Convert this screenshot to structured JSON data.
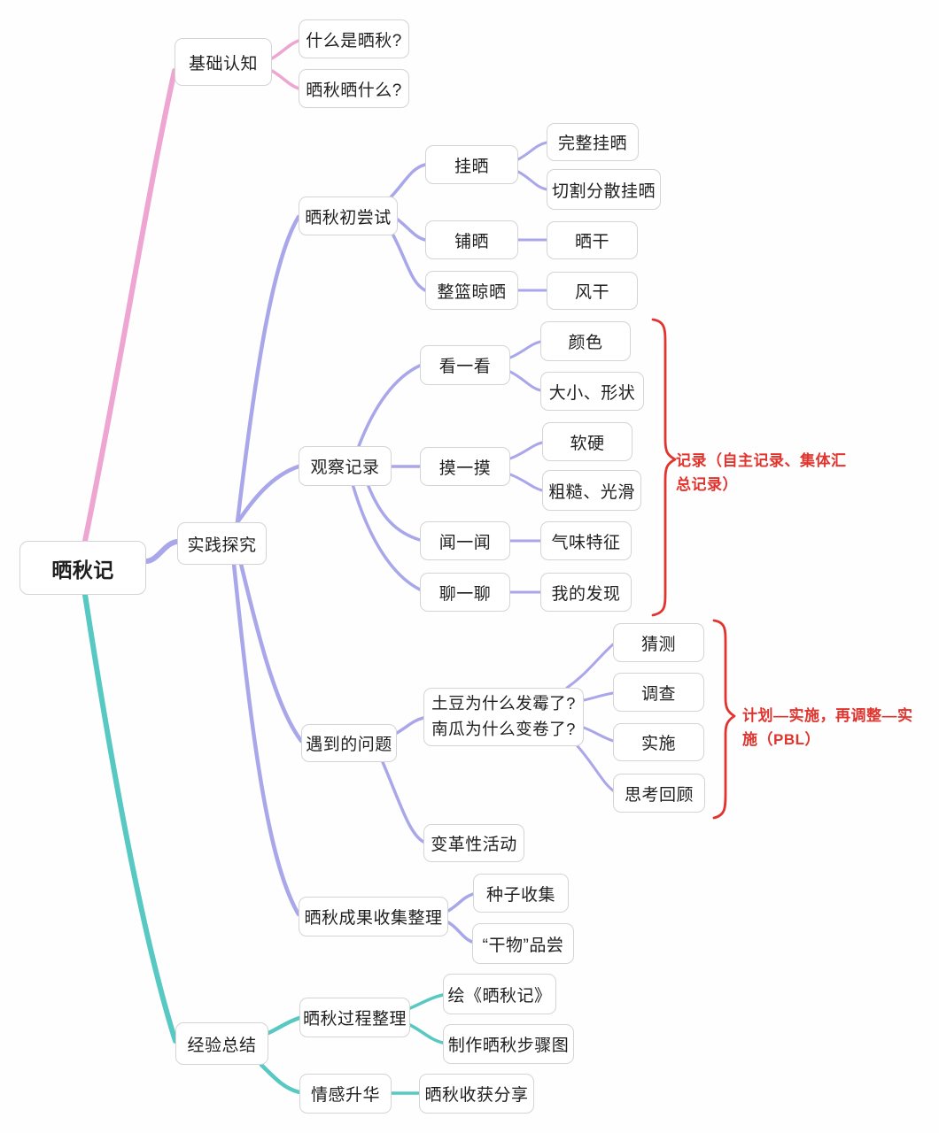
{
  "title": "晒秋记",
  "colors": {
    "branch_basic": "#eea5d2",
    "branch_practice": "#a9a7e9",
    "branch_summary": "#58c8c3",
    "annotation_red": "#e1342e",
    "node_border": "#d4d4d4",
    "node_bg": "#ffffff",
    "text_color": "#1f1f1f",
    "canvas_bg": "#fefefe"
  },
  "nodes": [
    {
      "label": "晒秋记",
      "level": 0,
      "branch": "root"
    },
    {
      "label": "基础认知",
      "level": 1,
      "branch": "basic"
    },
    {
      "label": "什么是晒秋?",
      "level": 2,
      "branch": "basic"
    },
    {
      "label": "晒秋晒什么?",
      "level": 2,
      "branch": "basic"
    },
    {
      "label": "实践探究",
      "level": 1,
      "branch": "practice"
    },
    {
      "label": "晒秋初尝试",
      "level": 2,
      "branch": "practice"
    },
    {
      "label": "挂晒",
      "level": 3,
      "branch": "practice"
    },
    {
      "label": "完整挂晒",
      "level": 4,
      "branch": "practice"
    },
    {
      "label": "切割分散挂晒",
      "level": 4,
      "branch": "practice"
    },
    {
      "label": "铺晒",
      "level": 3,
      "branch": "practice"
    },
    {
      "label": "晒干",
      "level": 4,
      "branch": "practice"
    },
    {
      "label": "整篮晾晒",
      "level": 3,
      "branch": "practice"
    },
    {
      "label": "风干",
      "level": 4,
      "branch": "practice"
    },
    {
      "label": "观察记录",
      "level": 2,
      "branch": "practice"
    },
    {
      "label": "看一看",
      "level": 3,
      "branch": "practice"
    },
    {
      "label": "颜色",
      "level": 4,
      "branch": "practice"
    },
    {
      "label": "大小、形状",
      "level": 4,
      "branch": "practice"
    },
    {
      "label": "摸一摸",
      "level": 3,
      "branch": "practice"
    },
    {
      "label": "软硬",
      "level": 4,
      "branch": "practice"
    },
    {
      "label": "粗糙、光滑",
      "level": 4,
      "branch": "practice"
    },
    {
      "label": "闻一闻",
      "level": 3,
      "branch": "practice"
    },
    {
      "label": "气味特征",
      "level": 4,
      "branch": "practice"
    },
    {
      "label": "聊一聊",
      "level": 3,
      "branch": "practice"
    },
    {
      "label": "我的发现",
      "level": 4,
      "branch": "practice"
    },
    {
      "label": "遇到的问题",
      "level": 2,
      "branch": "practice"
    },
    {
      "label": "土豆为什么发霉了?\n南瓜为什么变卷了?",
      "level": 3,
      "branch": "practice"
    },
    {
      "label": "猜测",
      "level": 4,
      "branch": "practice"
    },
    {
      "label": "调查",
      "level": 4,
      "branch": "practice"
    },
    {
      "label": "实施",
      "level": 4,
      "branch": "practice"
    },
    {
      "label": "思考回顾",
      "level": 4,
      "branch": "practice"
    },
    {
      "label": "变革性活动",
      "level": 3,
      "branch": "practice"
    },
    {
      "label": "晒秋成果收集整理",
      "level": 2,
      "branch": "practice"
    },
    {
      "label": "种子收集",
      "level": 3,
      "branch": "practice"
    },
    {
      "label": "“干物”品尝",
      "level": 3,
      "branch": "practice"
    },
    {
      "label": "经验总结",
      "level": 1,
      "branch": "summary"
    },
    {
      "label": "晒秋过程整理",
      "level": 2,
      "branch": "summary"
    },
    {
      "label": "绘《晒秋记》",
      "level": 3,
      "branch": "summary"
    },
    {
      "label": "制作晒秋步骤图",
      "level": 3,
      "branch": "summary"
    },
    {
      "label": "情感升华",
      "level": 2,
      "branch": "summary"
    },
    {
      "label": "晒秋收获分享",
      "level": 3,
      "branch": "summary"
    }
  ],
  "annotations": [
    {
      "text": "记录（自主记录、集体汇总记录）"
    },
    {
      "text": "计划—实施，再调整—实施（PBL）"
    }
  ]
}
